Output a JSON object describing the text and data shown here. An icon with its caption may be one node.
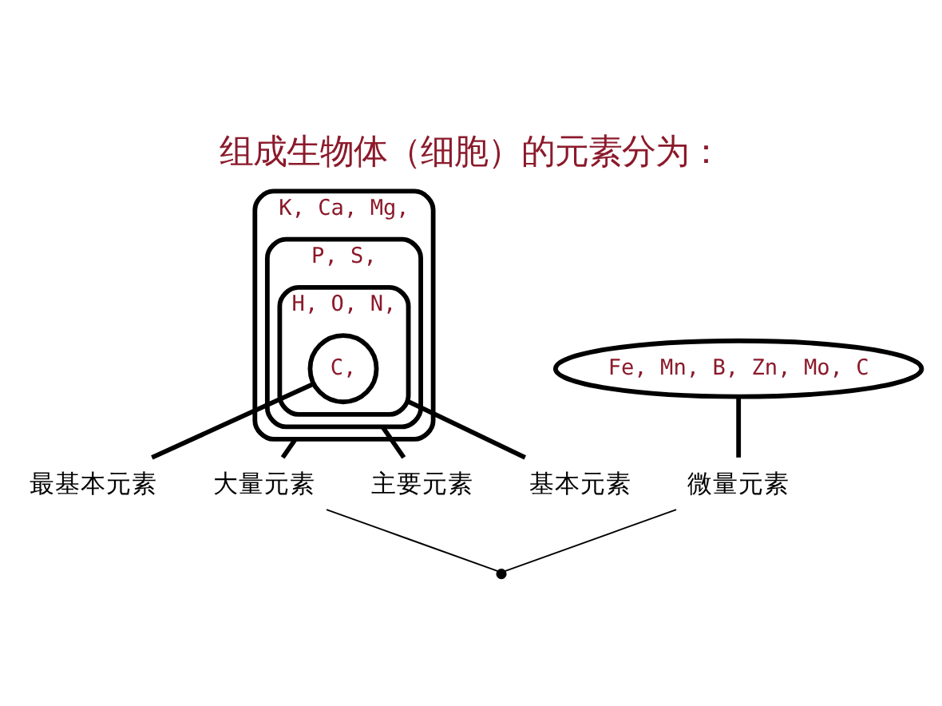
{
  "diagram": {
    "title": "组成生物体（细胞）的元素分为：",
    "nodes": [
      {
        "text": [
          "K, Ca, Mg,"
        ]
      },
      {
        "text": [
          "P, S,"
        ],
        "in": 0
      },
      {
        "text": [
          "H, O, N,"
        ],
        "in": 1
      },
      {
        "text": [
          "C,"
        ],
        "in": 2
      },
      {
        "text": [
          "Fe, Mn, B, Zn, Mo, C"
        ]
      },
      {
        "text": [
          "最基本元素"
        ]
      },
      {
        "text": [
          "大量元素"
        ]
      },
      {
        "text": [
          "微量元素"
        ]
      },
      {
        "text": [
          "主要元素"
        ]
      },
      {
        "text": [
          "基本元素"
        ]
      },
      {
        "text": [],
        "shape": "point"
      }
    ],
    "edges": [
      {
        "from": 3,
        "to": 5,
        "arrow": "none"
      },
      {
        "from": 0,
        "to": 6,
        "arrow": "none"
      },
      {
        "from": 4,
        "to": 7,
        "arrow": "none"
      },
      {
        "from": 1,
        "to": 8,
        "arrow": "none"
      },
      {
        "from": 2,
        "to": 9,
        "arrow": "none"
      },
      {
        "from": 6,
        "to": 10,
        "arrow": "none"
      },
      {
        "from": 7,
        "to": 10,
        "arrow": "none"
      }
    ]
  }
}
